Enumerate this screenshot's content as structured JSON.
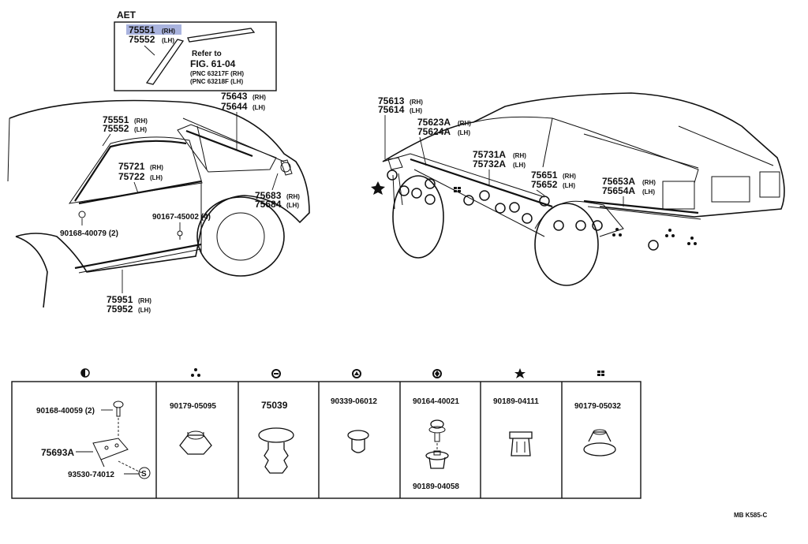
{
  "inset": {
    "code": "AET",
    "parts": [
      {
        "no": "75551",
        "side": "(RH)"
      },
      {
        "no": "75552",
        "side": "(LH)"
      }
    ],
    "refer_line1": "Refer to",
    "refer_line2": "FIG. 61-04",
    "pnc1": "(PNC 63217F (RH)",
    "pnc2": "(PNC 63218F (LH)"
  },
  "left_callouts": {
    "c1": {
      "no": "75643",
      "side": "(RH)"
    },
    "c2": {
      "no": "75644",
      "side": "(LH)"
    },
    "c3": {
      "no": "75551",
      "side": "(RH)"
    },
    "c4": {
      "no": "75552",
      "side": "(LH)"
    },
    "c5": {
      "no": "75721",
      "side": "(RH)"
    },
    "c6": {
      "no": "75722",
      "side": "(LH)"
    },
    "c7": {
      "no": "75683",
      "side": "(RH)"
    },
    "c8": {
      "no": "75684",
      "side": "(LH)"
    },
    "c9": "90167-45002 (4)",
    "c10": "90168-40079 (2)",
    "c11": {
      "no": "75951",
      "side": "(RH)"
    },
    "c12": {
      "no": "75952",
      "side": "(LH)"
    }
  },
  "right_callouts": {
    "c1": {
      "no": "75613",
      "side": "(RH)"
    },
    "c2": {
      "no": "75614",
      "side": "(LH)"
    },
    "c3": {
      "no": "75623A",
      "side": "(RH)"
    },
    "c4": {
      "no": "75624A",
      "side": "(LH)"
    },
    "c5": {
      "no": "75731A",
      "side": "(RH)"
    },
    "c6": {
      "no": "75732A",
      "side": "(LH)"
    },
    "c7": {
      "no": "75651",
      "side": "(RH)"
    },
    "c8": {
      "no": "75652",
      "side": "(LH)"
    },
    "c9": {
      "no": "75653A",
      "side": "(RH)"
    },
    "c10": {
      "no": "75654A",
      "side": "(LH)"
    }
  },
  "fasteners": [
    {
      "symbol": "half-circle",
      "parts": [
        "90168-40059 (2)",
        "75693A",
        "93530-74012"
      ],
      "s_mark": "S"
    },
    {
      "symbol": "three-dots",
      "parts": [
        "90179-05095"
      ]
    },
    {
      "symbol": "ring",
      "parts": [
        "75039"
      ]
    },
    {
      "symbol": "triangle-circle",
      "parts": [
        "90339-06012"
      ]
    },
    {
      "symbol": "diamond-circle",
      "parts": [
        "90164-40021",
        "90189-04058"
      ]
    },
    {
      "symbol": "star",
      "parts": [
        "90189-04111"
      ]
    },
    {
      "symbol": "grid",
      "parts": [
        "90179-05032"
      ]
    }
  ],
  "footer_code": "MB  K585-C",
  "colors": {
    "ink": "#111111",
    "highlight": "#9aa6d8",
    "background": "#ffffff"
  }
}
